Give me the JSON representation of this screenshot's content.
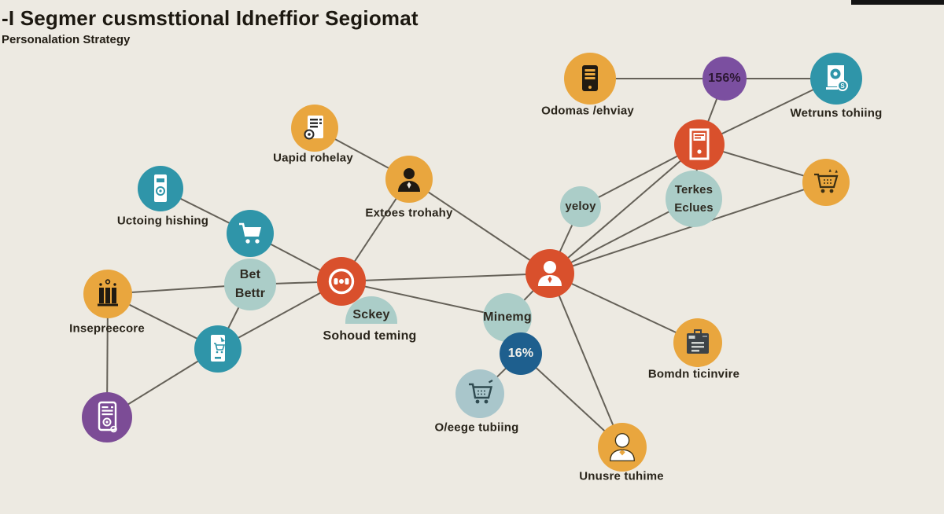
{
  "palette": {
    "background": "#edeae2",
    "orange": "#e9a63e",
    "teal": "#2f95a9",
    "sage": "#abcdc8",
    "red": "#d9502c",
    "purple": "#7b4fa0",
    "purple_dark": "#7c4c96",
    "dark_blue": "#1e5f8e",
    "light_blue": "#a9c6cb",
    "line": "#5a564d",
    "text": "#29241a"
  },
  "header": {
    "title": "-I Segmer cusmsttional Idneffior Segiomat",
    "subtitle": "Personalation Strategy"
  },
  "icons": {
    "odomas": "smartphone-icon",
    "wetruns": "ledger-badge-icon",
    "uapid": "document-gear-icon",
    "reddoc": "receipt-terminal-icon",
    "uctoing": "media-player-icon",
    "extoes": "person-bust-icon",
    "tealcart": "shopping-cart-icon",
    "orangecart": "sparkle-cart-icon",
    "insep": "building-columns-icon",
    "sckeyred": "lens-ring-icon",
    "person": "user-icon",
    "tealphone": "phone-cart-icon",
    "purpledoc": "document-gear-outline-icon",
    "oeege": "cart-outline-icon",
    "bomdn": "browser-card-icon",
    "unusre": "person-outline-icon"
  },
  "nodes": {
    "odomas": {
      "label": "Odomas /ehviay"
    },
    "pct156": {
      "value": "156%"
    },
    "wetruns": {
      "label": "Wetruns tohiing",
      "badge": "S"
    },
    "uapid": {
      "label": "Uapid rohelay"
    },
    "uctoing": {
      "label": "Uctoing hishing"
    },
    "extoes": {
      "label": "Extoes trohahy"
    },
    "yeloy": {
      "value": "yeloy"
    },
    "terkes": {
      "line1": "Terkes",
      "line2": "Eclues"
    },
    "betbettr": {
      "line1": "Bet",
      "line2": "Bettr"
    },
    "insep": {
      "label": "Insepreecore"
    },
    "sckey": {
      "value": "Sckey"
    },
    "sohoud": {
      "label": "Sohoud teming"
    },
    "minemg": {
      "value": "Minemg"
    },
    "pct16": {
      "value": "16%"
    },
    "oeege": {
      "label": "O/eege tubiing"
    },
    "bomdn": {
      "label": "Bomdn ticinvire"
    },
    "unusre": {
      "label": "Unusre tuhime"
    }
  }
}
